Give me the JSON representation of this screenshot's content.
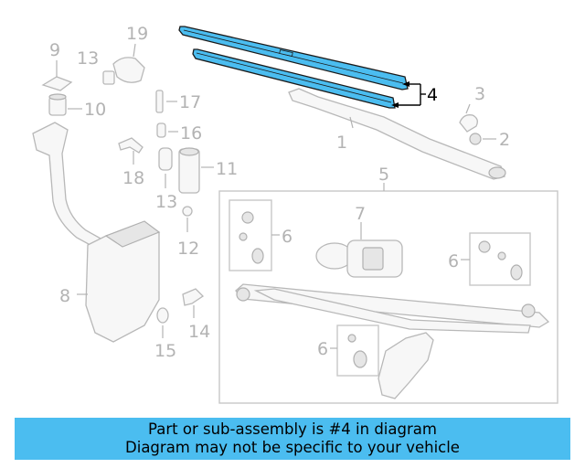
{
  "callouts": {
    "c1": "1",
    "c2": "2",
    "c3": "3",
    "c4": "4",
    "c5": "5",
    "c6a": "6",
    "c6b": "6",
    "c6c": "6",
    "c7": "7",
    "c8": "8",
    "c9": "9",
    "c10": "10",
    "c11": "11",
    "c12": "12",
    "c13a": "13",
    "c13b": "13",
    "c14": "14",
    "c15": "15",
    "c16": "16",
    "c17": "17",
    "c18": "18",
    "c19": "19"
  },
  "highlight": {
    "part": "4",
    "color": "#4bbdf0"
  },
  "banner": {
    "line1": "Part or sub-assembly is #4 in diagram",
    "line2": "Diagram may not be specific to your vehicle"
  }
}
